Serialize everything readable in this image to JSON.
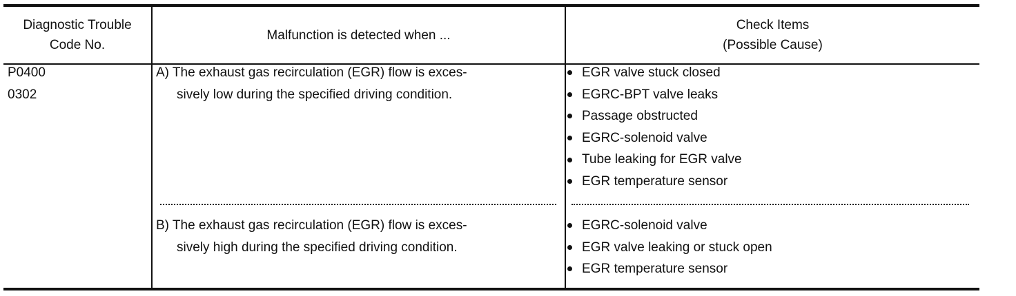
{
  "table": {
    "headers": {
      "col1": [
        "Diagnostic Trouble",
        "Code No."
      ],
      "col2": [
        "Malfunction is detected when ..."
      ],
      "col3": [
        "Check Items",
        "(Possible Cause)"
      ]
    },
    "codes": [
      "P0400",
      "0302"
    ],
    "conditions": [
      {
        "lines": [
          "A) The exhaust gas recirculation (EGR) flow is exces-",
          "sively low during the specified driving condition."
        ],
        "checks": [
          "EGR valve stuck closed",
          "EGRC-BPT valve leaks",
          "Passage obstructed",
          "EGRC-solenoid valve",
          "Tube leaking for EGR valve",
          "EGR temperature sensor"
        ]
      },
      {
        "lines": [
          "B) The exhaust gas recirculation (EGR) flow is exces-",
          "sively high during the specified driving condition."
        ],
        "checks": [
          "EGRC-solenoid valve",
          "EGR valve leaking or stuck open",
          "EGR temperature sensor"
        ]
      }
    ]
  }
}
